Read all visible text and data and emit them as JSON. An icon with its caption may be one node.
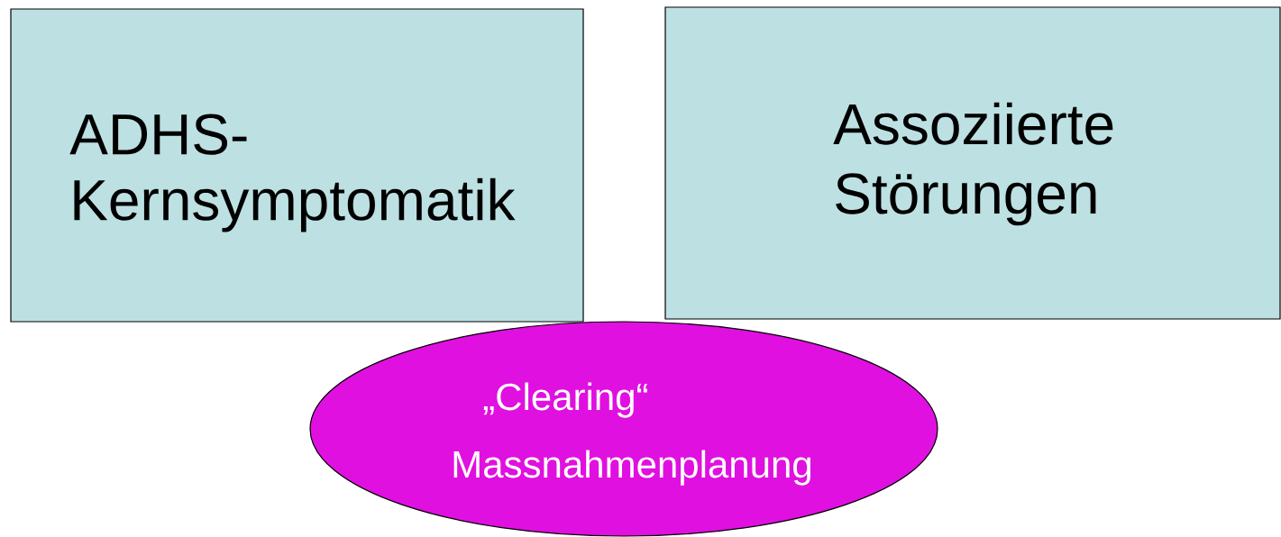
{
  "diagram": {
    "nodes": [
      {
        "text": [
          "ADHS- Kernsymptomatik"
        ]
      },
      {
        "text": [
          "Assoziierte Störungen"
        ]
      },
      {
        "text": [
          "„Clearing“",
          "Massnahmenplanung"
        ]
      }
    ]
  }
}
